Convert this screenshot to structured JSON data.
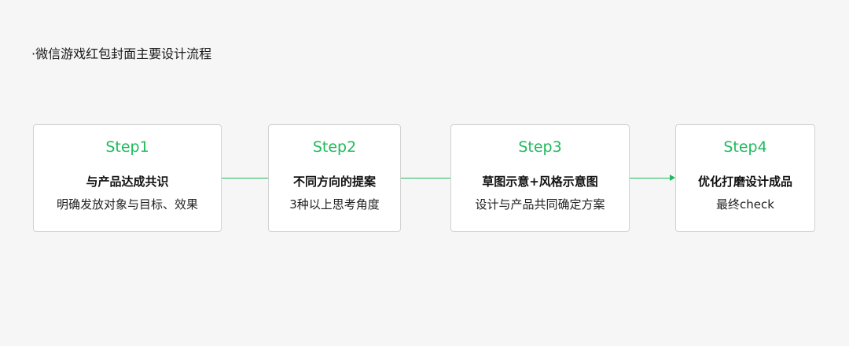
{
  "title": "·微信游戏红包封面主要设计流程",
  "colors": {
    "accent": "#1fba5c",
    "background": "#f6f6f6",
    "box": "#ffffff",
    "box_border": "#d2d2d2"
  },
  "steps": [
    {
      "label": "Step1",
      "heading": "与产品达成共识",
      "description": "明确发放对象与目标、效果"
    },
    {
      "label": "Step2",
      "heading": "不同方向的提案",
      "description": "3种以上思考角度"
    },
    {
      "label": "Step3",
      "heading": "草图示意+风格示意图",
      "description": "设计与产品共同确定方案"
    },
    {
      "label": "Step4",
      "heading": "优化打磨设计成品",
      "description": "最终check"
    }
  ]
}
